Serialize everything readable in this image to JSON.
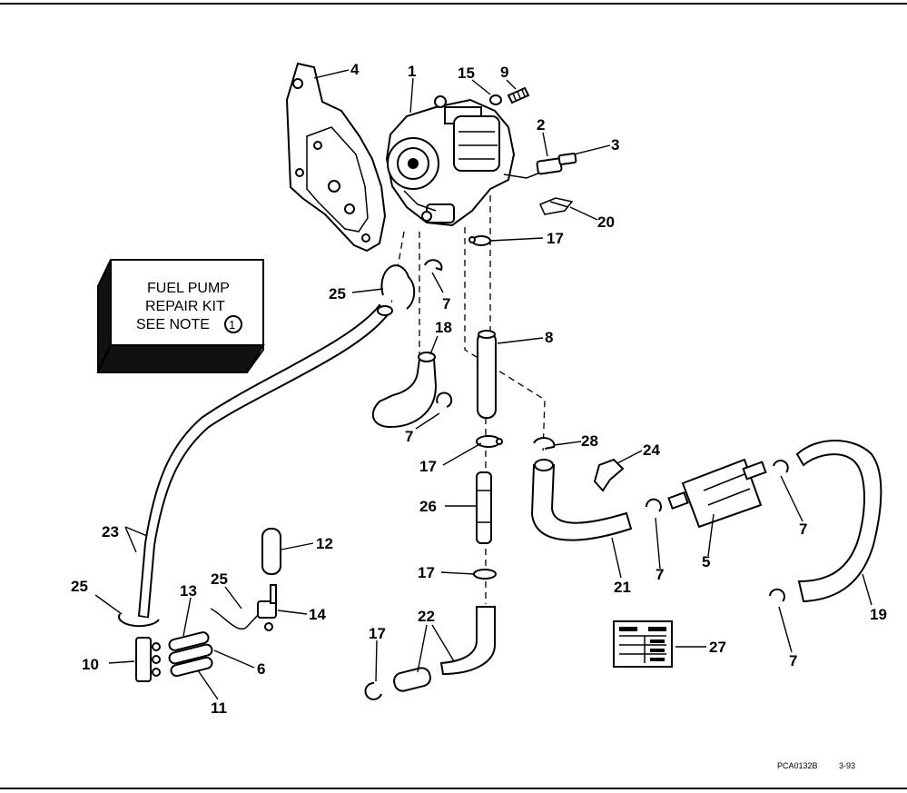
{
  "kit_box": {
    "line1": "FUEL PUMP",
    "line2": "REPAIR KIT",
    "line3": "SEE NOTE",
    "note_number": "1"
  },
  "callouts": {
    "c1": "1",
    "c2": "2",
    "c3": "3",
    "c4": "4",
    "c5": "5",
    "c6": "6",
    "c7a": "7",
    "c7b": "7",
    "c7c": "7",
    "c7d": "7",
    "c7e": "7",
    "c8": "8",
    "c9": "9",
    "c10": "10",
    "c11": "11",
    "c12": "12",
    "c13": "13",
    "c14": "14",
    "c15": "15",
    "c17a": "17",
    "c17b": "17",
    "c17c": "17",
    "c17d": "17",
    "c18": "18",
    "c19": "19",
    "c20": "20",
    "c21": "21",
    "c22": "22",
    "c23": "23",
    "c24": "24",
    "c25a": "25",
    "c25b": "25",
    "c25c": "25",
    "c26": "26",
    "c27": "27",
    "c28": "28"
  },
  "figure_code": "PCA0132B",
  "figure_date": "3-93"
}
